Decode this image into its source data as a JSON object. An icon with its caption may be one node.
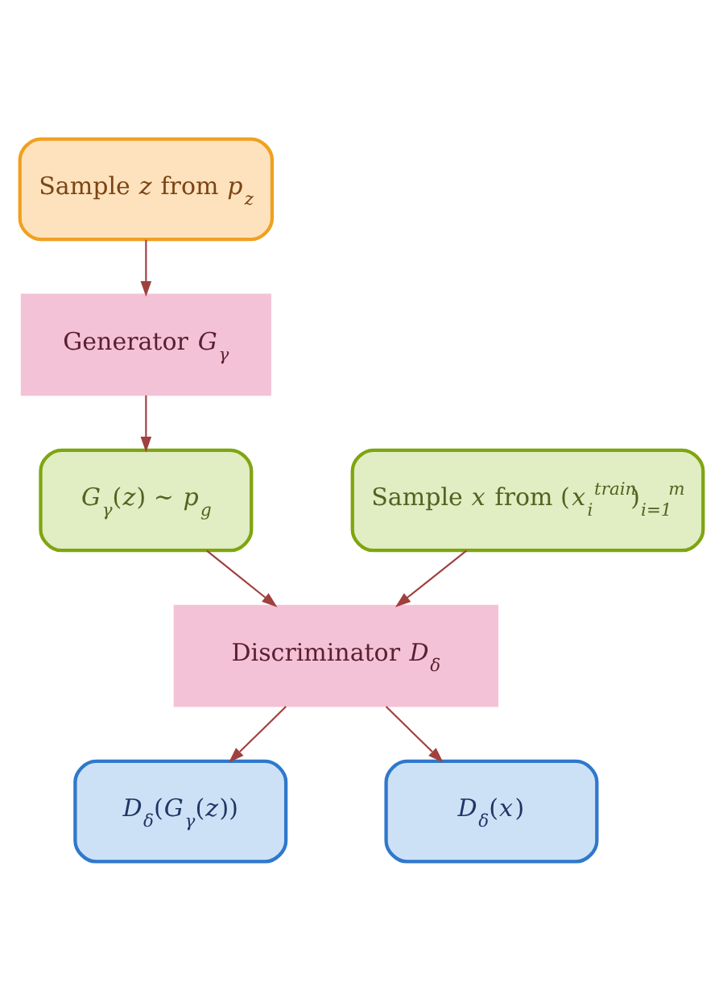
{
  "diagram": {
    "nodes": [
      {
        "text": [
          "Sample *z* from *p*$_{z}$"
        ]
      },
      {
        "text": [
          "Generator *G*$_{γ}$"
        ]
      },
      {
        "text": [
          "*G*$_{γ}$(*z*) ∼ *p*$_{g}$"
        ]
      },
      {
        "text": [
          "Sample *x* from (*x*$_{i}$$^{train}$)$_{i=1}$$^{m}$"
        ]
      },
      {
        "text": [
          "Discriminator *D*$_{δ}$"
        ]
      },
      {
        "text": [
          "*D*$_{δ}$(*G*$_{γ}$(*z*))"
        ]
      },
      {
        "text": [
          "*D*$_{δ}$(*x*)"
        ]
      }
    ],
    "edges": [
      {
        "from": 0,
        "to": 1,
        "arrow": "to"
      },
      {
        "from": 1,
        "to": 2,
        "arrow": "to"
      },
      {
        "from": 2,
        "to": 4,
        "arrow": "to"
      },
      {
        "from": 3,
        "to": 4,
        "arrow": "to"
      },
      {
        "from": 4,
        "to": 5,
        "arrow": "to"
      },
      {
        "from": 4,
        "to": 6,
        "arrow": "to"
      }
    ]
  }
}
